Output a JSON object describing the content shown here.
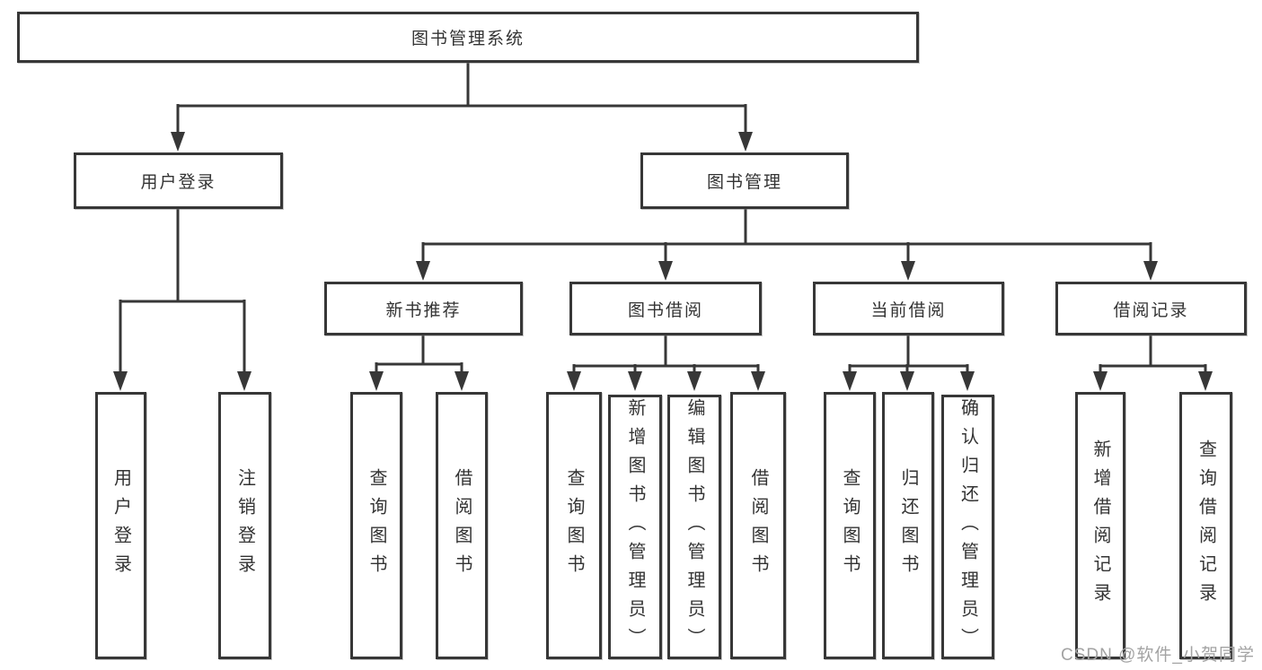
{
  "diagram": {
    "root": {
      "label": "图书管理系统"
    },
    "branches": [
      {
        "label": "用户登录",
        "children": [
          {
            "label": "用户登录"
          },
          {
            "label": "注销登录"
          }
        ]
      },
      {
        "label": "图书管理",
        "children": [
          {
            "label": "新书推荐",
            "children": [
              {
                "label": "查询图书"
              },
              {
                "label": "借阅图书"
              }
            ]
          },
          {
            "label": "图书借阅",
            "children": [
              {
                "label": "查询图书"
              },
              {
                "label": "新增图书（管理员）"
              },
              {
                "label": "编辑图书（管理员）"
              },
              {
                "label": "借阅图书"
              }
            ]
          },
          {
            "label": "当前借阅",
            "children": [
              {
                "label": "查询图书"
              },
              {
                "label": "归还图书"
              },
              {
                "label": "确认归还（管理员）"
              }
            ]
          },
          {
            "label": "借阅记录",
            "children": [
              {
                "label": "新增借阅记录"
              },
              {
                "label": "查询借阅记录"
              }
            ]
          }
        ]
      }
    ]
  },
  "style": {
    "line_color": "#373737",
    "box_border_color": "#373737",
    "text_color": "#333333",
    "background": "#ffffff",
    "watermark_color": "#a3a3a3"
  },
  "watermark": {
    "text": "CSDN @软件_小贺同学"
  }
}
